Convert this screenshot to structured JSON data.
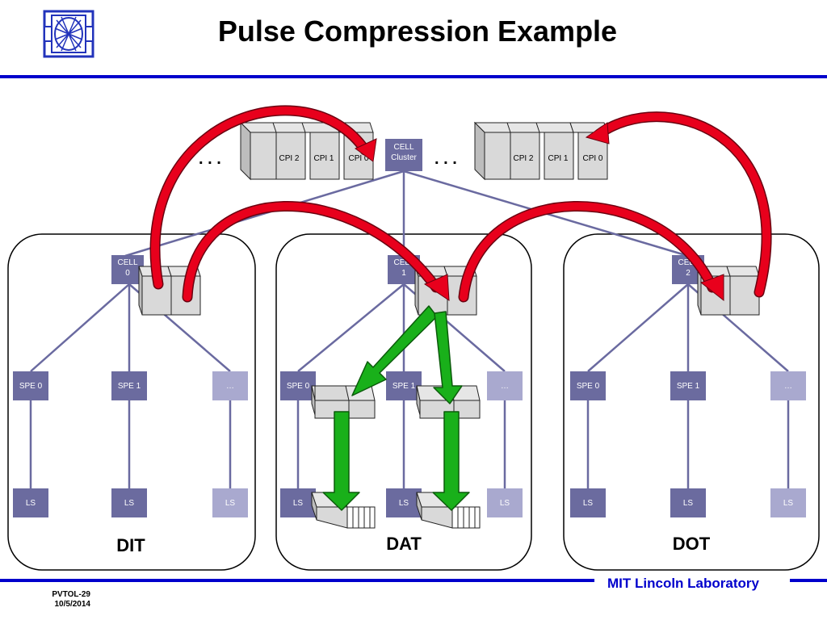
{
  "title": "Pulse Compression Example",
  "footer": {
    "lab": "MIT Lincoln Laboratory",
    "code": "PVTOL-29",
    "date": "10/5/2014"
  },
  "cluster": {
    "line1": "CELL",
    "line2": "Cluster"
  },
  "ellipsis": ". . .",
  "cpi_labels": [
    "CPI 2",
    "CPI 1",
    "CPI 0"
  ],
  "panels": [
    {
      "name": "DIT",
      "cell_line1": "CELL",
      "cell_line2": "0",
      "spes": [
        "SPE 0",
        "SPE 1",
        "…"
      ],
      "ls": [
        "LS",
        "LS",
        "LS"
      ]
    },
    {
      "name": "DAT",
      "cell_line1": "CELL",
      "cell_line2": "1",
      "spes": [
        "SPE 0",
        "SPE 1",
        "…"
      ],
      "ls": [
        "LS",
        "LS",
        "LS"
      ]
    },
    {
      "name": "DOT",
      "cell_line1": "CELL",
      "cell_line2": "2",
      "spes": [
        "SPE 0",
        "SPE 1",
        "…"
      ],
      "ls": [
        "LS",
        "LS",
        "LS"
      ]
    }
  ],
  "colors": {
    "accent": "#0000cc",
    "node": "#6b6b9f",
    "node_faded": "#a9a9cf",
    "connector": "#6a6aa0",
    "red_arrow": "#e8001c",
    "green_arrow": "#19b01a",
    "box": "#d9d9d9"
  }
}
